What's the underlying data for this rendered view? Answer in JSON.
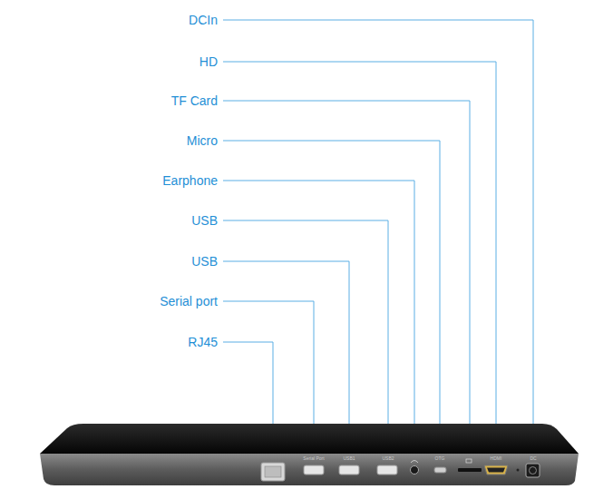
{
  "diagram": {
    "labels": [
      "DCIn",
      "HD",
      "TF Card",
      "Micro",
      "Earphone",
      "USB",
      "USB",
      "Serial port",
      "RJ45",
      "Serial Port",
      "USB1",
      "USB2",
      "OTG",
      "HDMI",
      "DC"
    ]
  }
}
